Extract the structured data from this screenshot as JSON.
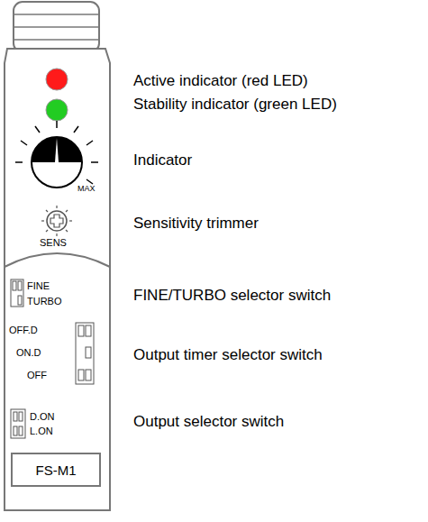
{
  "diagram": {
    "nodes": [
      {
        "text": [
          "FS-M1"
        ]
      }
    ],
    "labels": [
      "Active indicator (red LED)",
      "Stability indicator (green LED)",
      "Indicator",
      "Sensitivity trimmer",
      "FINE/TURBO selector switch",
      "Output timer selector switch",
      "Output selector switch",
      "MAX",
      "SENS",
      "FINE",
      "TURBO",
      "OFF.D",
      "ON.D",
      "OFF",
      "D.ON",
      "L.ON"
    ]
  }
}
